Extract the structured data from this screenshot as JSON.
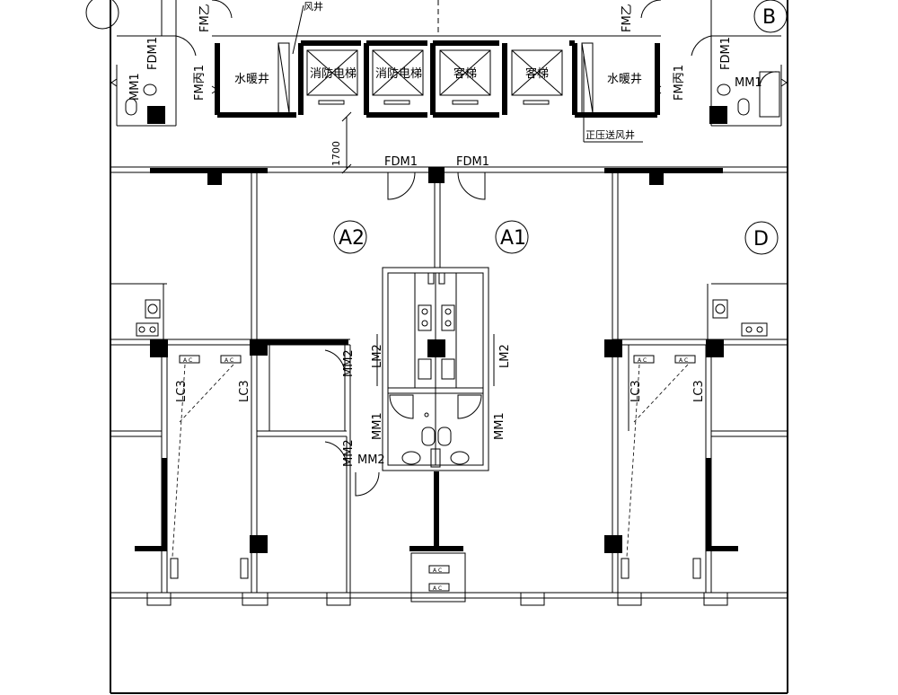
{
  "shaft_labels": {
    "water_left": "水暖井",
    "fire_elevator_1": "消防电梯",
    "fire_elevator_2": "消防电梯",
    "passenger_elevator_1": "客梯",
    "passenger_elevator_2": "客梯",
    "water_right": "水暖井",
    "air_shaft": "风井",
    "pressurized_air_shaft": "正压送风井"
  },
  "door_labels": {
    "fm_z_left": "FM乙",
    "fm_z_right": "FM乙",
    "fm_c_left": "FM丙1",
    "fm_c_right": "FM丙1",
    "fdm1_left": "FDM1",
    "fdm1_mid_left": "FDM1",
    "fdm1_mid_right": "FDM1",
    "mm1_top_left": "MM1",
    "mm1_top_right": "MM1",
    "lm2_left": "LM2",
    "lm2_right": "LM2",
    "mm2_upper": "MM2",
    "mm2_lower": "MM2",
    "mm2_door": "MM2",
    "mm1_left": "MM1",
    "mm1_right": "MM1",
    "lc3_1": "LC3",
    "lc3_2": "LC3",
    "lc3_3": "LC3",
    "lc3_4": "LC3"
  },
  "dimension": "1700",
  "grid_labels": {
    "a2": "A2",
    "a1": "A1",
    "d": "D",
    "b": "B"
  },
  "ac_label": "A C"
}
